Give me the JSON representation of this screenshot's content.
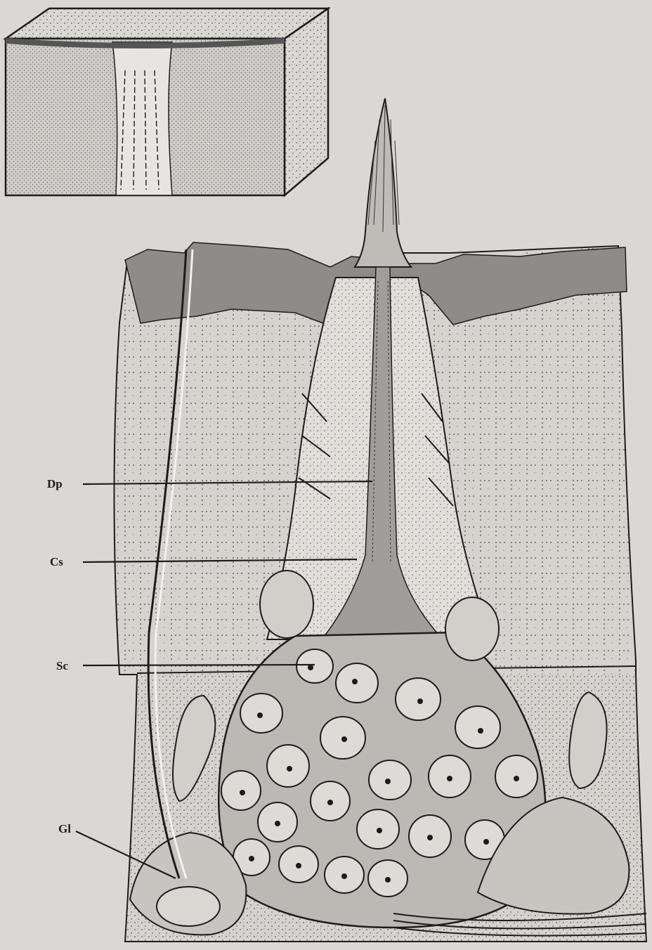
{
  "labels": {
    "dp": "Dp",
    "cs": "Cs",
    "sc": "Sc",
    "gl": "Gl"
  },
  "colors": {
    "paper": "#d9d8d4",
    "ink": "#1c1c1c",
    "cuticle": "#8a8a88",
    "tissue": "#c9c8c3"
  }
}
